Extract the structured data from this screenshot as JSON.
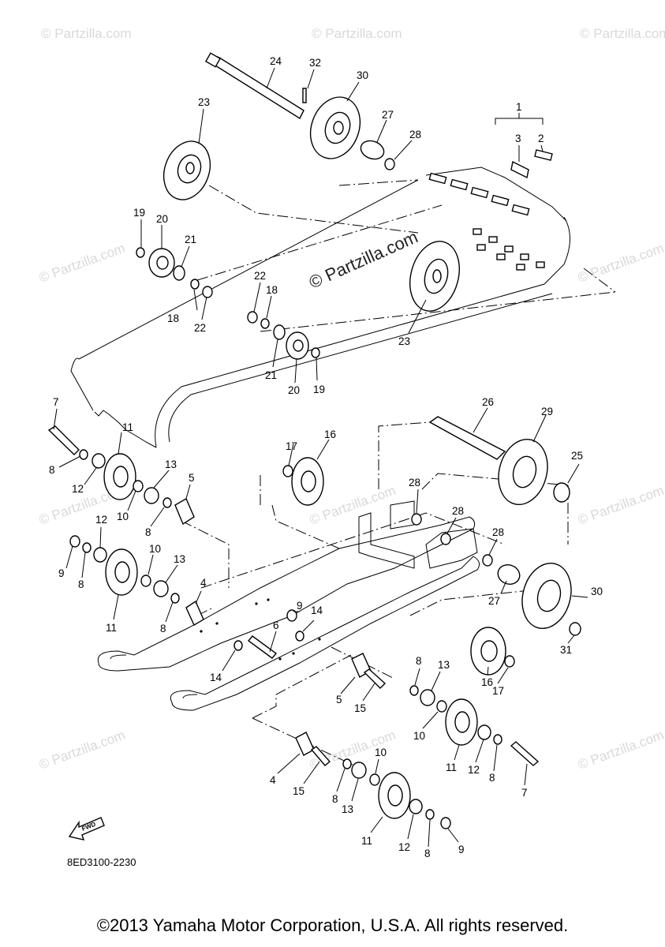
{
  "watermark": {
    "text": "© Partzilla.com",
    "main_text": "© Partzilla.com"
  },
  "diagram_code": "8ED3100-2230",
  "fwd_label": "FWD",
  "copyright": "©2013 Yamaha Motor Corporation, U.S.A. All rights reserved.",
  "callouts": [
    "1",
    "2",
    "3",
    "4",
    "5",
    "6",
    "7",
    "8",
    "9",
    "10",
    "11",
    "12",
    "13",
    "14",
    "15",
    "16",
    "17",
    "18",
    "19",
    "20",
    "21",
    "22",
    "23",
    "24",
    "25",
    "26",
    "27",
    "28",
    "29",
    "30",
    "31",
    "32"
  ],
  "colors": {
    "ink": "#000000",
    "watermark": "#d9d9d9",
    "background": "#ffffff"
  }
}
